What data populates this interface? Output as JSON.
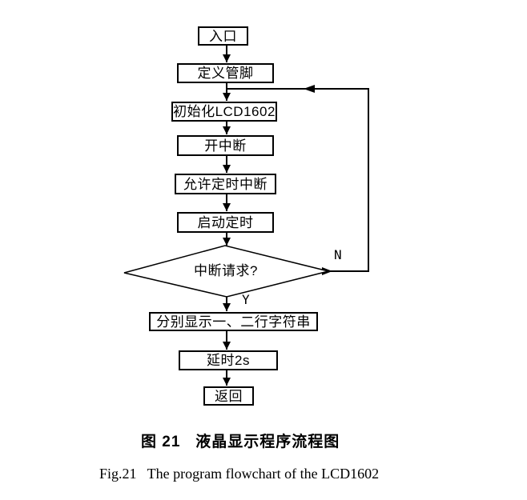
{
  "figure": {
    "nodes": {
      "entry": "入口",
      "define_pins": "定义管脚",
      "init_lcd": "初始化LCD1602",
      "open_interrupt": "开中断",
      "enable_timer_interrupt": "允许定时中断",
      "start_timer": "启动定时",
      "interrupt_request": "中断请求?",
      "display_strings": "分别显示一、二行字符串",
      "delay": "延时2s",
      "return": "返回"
    },
    "branch_labels": {
      "no": "N",
      "yes": "Y"
    },
    "edges": [
      {
        "from": "entry",
        "to": "define_pins"
      },
      {
        "from": "define_pins",
        "to": "init_lcd"
      },
      {
        "from": "init_lcd",
        "to": "open_interrupt"
      },
      {
        "from": "open_interrupt",
        "to": "enable_timer_interrupt"
      },
      {
        "from": "enable_timer_interrupt",
        "to": "start_timer"
      },
      {
        "from": "start_timer",
        "to": "interrupt_request"
      },
      {
        "from": "interrupt_request",
        "to": "display_strings",
        "label": "Y"
      },
      {
        "from": "interrupt_request",
        "to": "init_lcd",
        "label": "N"
      },
      {
        "from": "display_strings",
        "to": "delay"
      },
      {
        "from": "delay",
        "to": "return"
      }
    ],
    "colors": {
      "line": "#000000",
      "background": "#ffffff",
      "text": "#000000"
    }
  },
  "captions": {
    "chinese": "图 21   液晶显示程序流程图",
    "english": "Fig.21   The program flowchart of the LCD1602"
  }
}
